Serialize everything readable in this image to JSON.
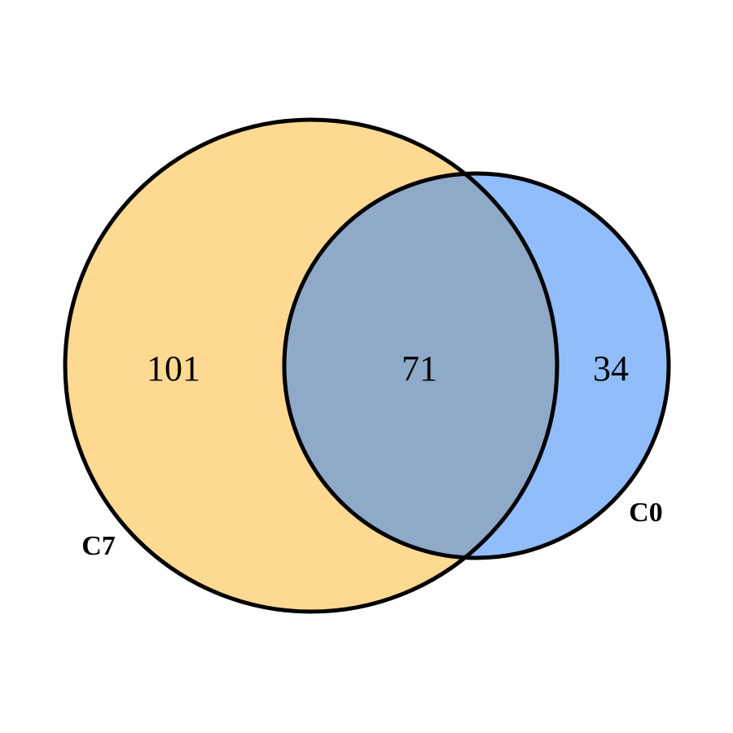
{
  "colors": {
    "background": "#ffffff",
    "outline": "#000000",
    "set_a_fill": "#fdd992",
    "set_b_fill": "#91bdfc",
    "overlap_fill": "#8fa9c8"
  },
  "sets": [
    {
      "label": "C7",
      "only_count": "101"
    },
    {
      "label": "C0",
      "only_count": "34"
    }
  ],
  "intersection": {
    "count": "71"
  }
}
